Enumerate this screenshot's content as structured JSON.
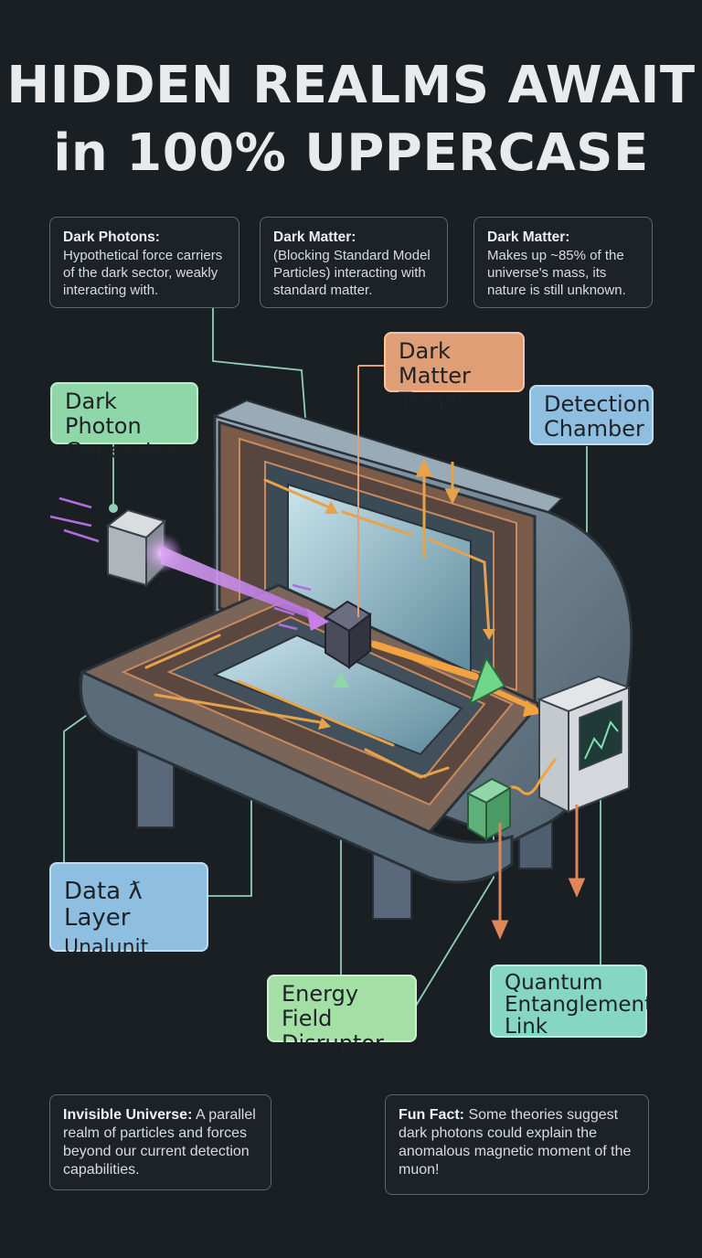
{
  "title": {
    "line1": "HIDDEN REALMS AWAIT",
    "line2": "in 100% UPPERCASE"
  },
  "info_boxes": [
    {
      "heading": "Dark Photons:",
      "body": "Hypothetical force carriers of the dark sector, weakly interacting with."
    },
    {
      "heading": "Dark Matter:",
      "body": "(Blocking  Standard Model Particles) interacting with standard matter."
    },
    {
      "heading": "Dark Matter:",
      "body": "Makes up ~85% of the universe's mass, its nature is still unknown."
    }
  ],
  "labels": {
    "dark_photon_generator": "Dark Photon Generator",
    "dark_matter_target": "Dark Matter Target",
    "detection_chamber": "Detection Chamber",
    "data_layer": "Data ƛ Layer",
    "data_layer_sub": "Unalunit",
    "energy_field_disruptor": "Energy Field Disruptor",
    "quantum_entanglement_link": "Quantum Entanglement Link"
  },
  "footer": {
    "left_heading": "Invisible Universe:",
    "left_body": "A parallel realm of particles and forces beyond our current detection capabilities.",
    "right_heading": "Fun Fact:",
    "right_body": "Some theories suggest dark photons could explain the anomalous magnetic moment of the muon!"
  },
  "colors": {
    "background": "#1a1f24",
    "beam": "#c77ee8",
    "energy_flow": "#e8a24a",
    "tank": "#6f8596"
  }
}
